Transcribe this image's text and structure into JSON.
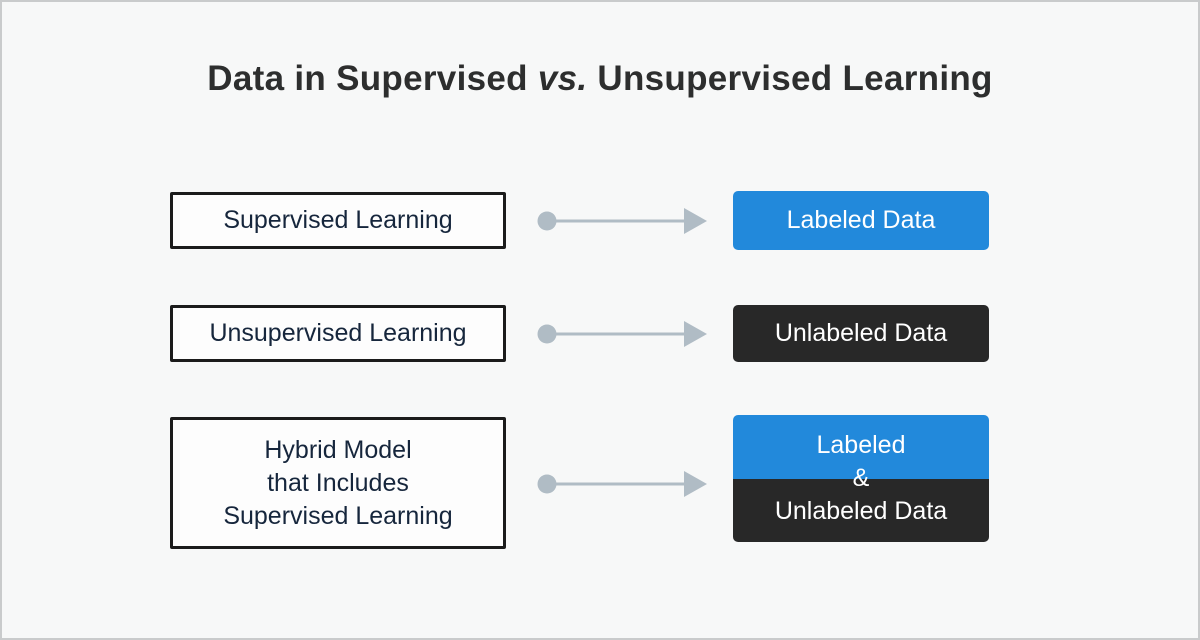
{
  "title": {
    "part1": "Data in Supervised ",
    "italic": "vs.",
    "part2": " Unsupervised Learning"
  },
  "colors": {
    "canvas_background": "#f7f8f8",
    "canvas_border": "#c9cbcc",
    "title_text": "#2d2e2e",
    "source_box_border": "#1b1b1b",
    "source_box_background": "#fdfdfd",
    "source_box_text": "#16263c",
    "target_blue": "#2289db",
    "target_dark": "#282828",
    "target_text": "#ffffff",
    "arrow": "#b0bcc5"
  },
  "rows": [
    {
      "source_label": "Supervised Learning",
      "target_label": "Labeled Data",
      "target_style": "blue"
    },
    {
      "source_label": "Unsupervised Learning",
      "target_label": "Unlabeled Data",
      "target_style": "dark"
    },
    {
      "source_lines": [
        "Hybrid Model",
        "that Includes",
        "Supervised Learning"
      ],
      "target_lines": [
        "Labeled",
        "&",
        "Unlabeled Data"
      ],
      "target_style": "blue-dark-split"
    }
  ]
}
